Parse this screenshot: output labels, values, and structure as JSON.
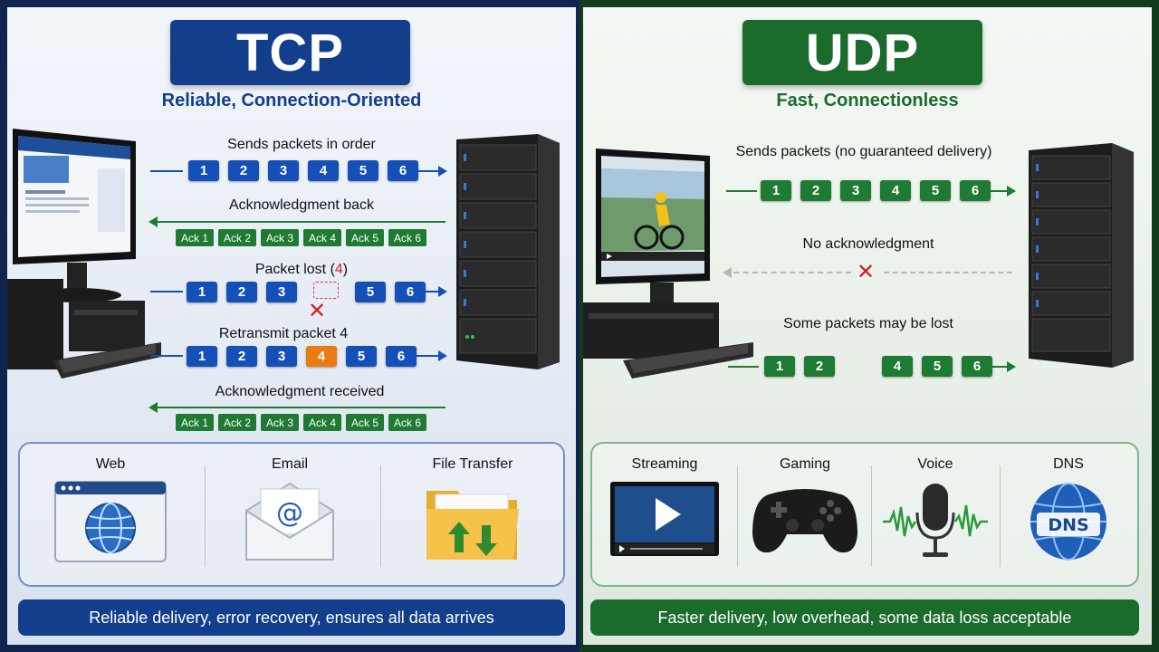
{
  "tcp": {
    "title": "TCP",
    "subtitle": "Reliable, Connection-Oriented",
    "step1": {
      "caption": "Sends packets in order",
      "packets": [
        "1",
        "2",
        "3",
        "4",
        "5",
        "6"
      ]
    },
    "step2": {
      "caption": "Acknowledgment back",
      "acks": [
        "Ack 1",
        "Ack 2",
        "Ack 3",
        "Ack 4",
        "Ack 5",
        "Ack 6"
      ]
    },
    "step3": {
      "caption_prefix": "Packet lost (",
      "caption_lost": "4",
      "caption_suffix": ")",
      "packets": [
        "1",
        "2",
        "3",
        "5",
        "6"
      ]
    },
    "step4": {
      "caption": "Retransmit packet 4",
      "packets": [
        "1",
        "2",
        "3",
        "4",
        "5",
        "6"
      ]
    },
    "step5": {
      "caption": "Acknowledgment received",
      "acks": [
        "Ack 1",
        "Ack 2",
        "Ack 3",
        "Ack 4",
        "Ack 5",
        "Ack 6"
      ]
    },
    "uses": [
      {
        "label": "Web",
        "icon": "browser-globe-icon"
      },
      {
        "label": "Email",
        "icon": "envelope-at-icon"
      },
      {
        "label": "File Transfer",
        "icon": "folder-transfer-icon"
      }
    ],
    "footer": "Reliable delivery, error recovery, ensures all data arrives"
  },
  "udp": {
    "title": "UDP",
    "subtitle": "Fast, Connectionless",
    "step1": {
      "caption": "Sends packets (no guaranteed delivery)",
      "packets": [
        "1",
        "2",
        "3",
        "4",
        "5",
        "6"
      ]
    },
    "step2": {
      "caption": "No acknowledgment"
    },
    "step3": {
      "caption": "Some packets may be lost",
      "packets": [
        "1",
        "2",
        "4",
        "5",
        "6"
      ]
    },
    "uses": [
      {
        "label": "Streaming",
        "icon": "video-play-icon"
      },
      {
        "label": "Gaming",
        "icon": "gamepad-icon"
      },
      {
        "label": "Voice",
        "icon": "microphone-icon"
      },
      {
        "label": "DNS",
        "icon": "dns-globe-icon"
      }
    ],
    "footer": "Faster delivery, low overhead, some data loss acceptable"
  },
  "colors": {
    "tcp_blue": "#123e8c",
    "packet_blue": "#1550b8",
    "udp_green": "#1a6b2c",
    "retransmit_orange": "#e87b12",
    "lost_red": "#d32020"
  }
}
